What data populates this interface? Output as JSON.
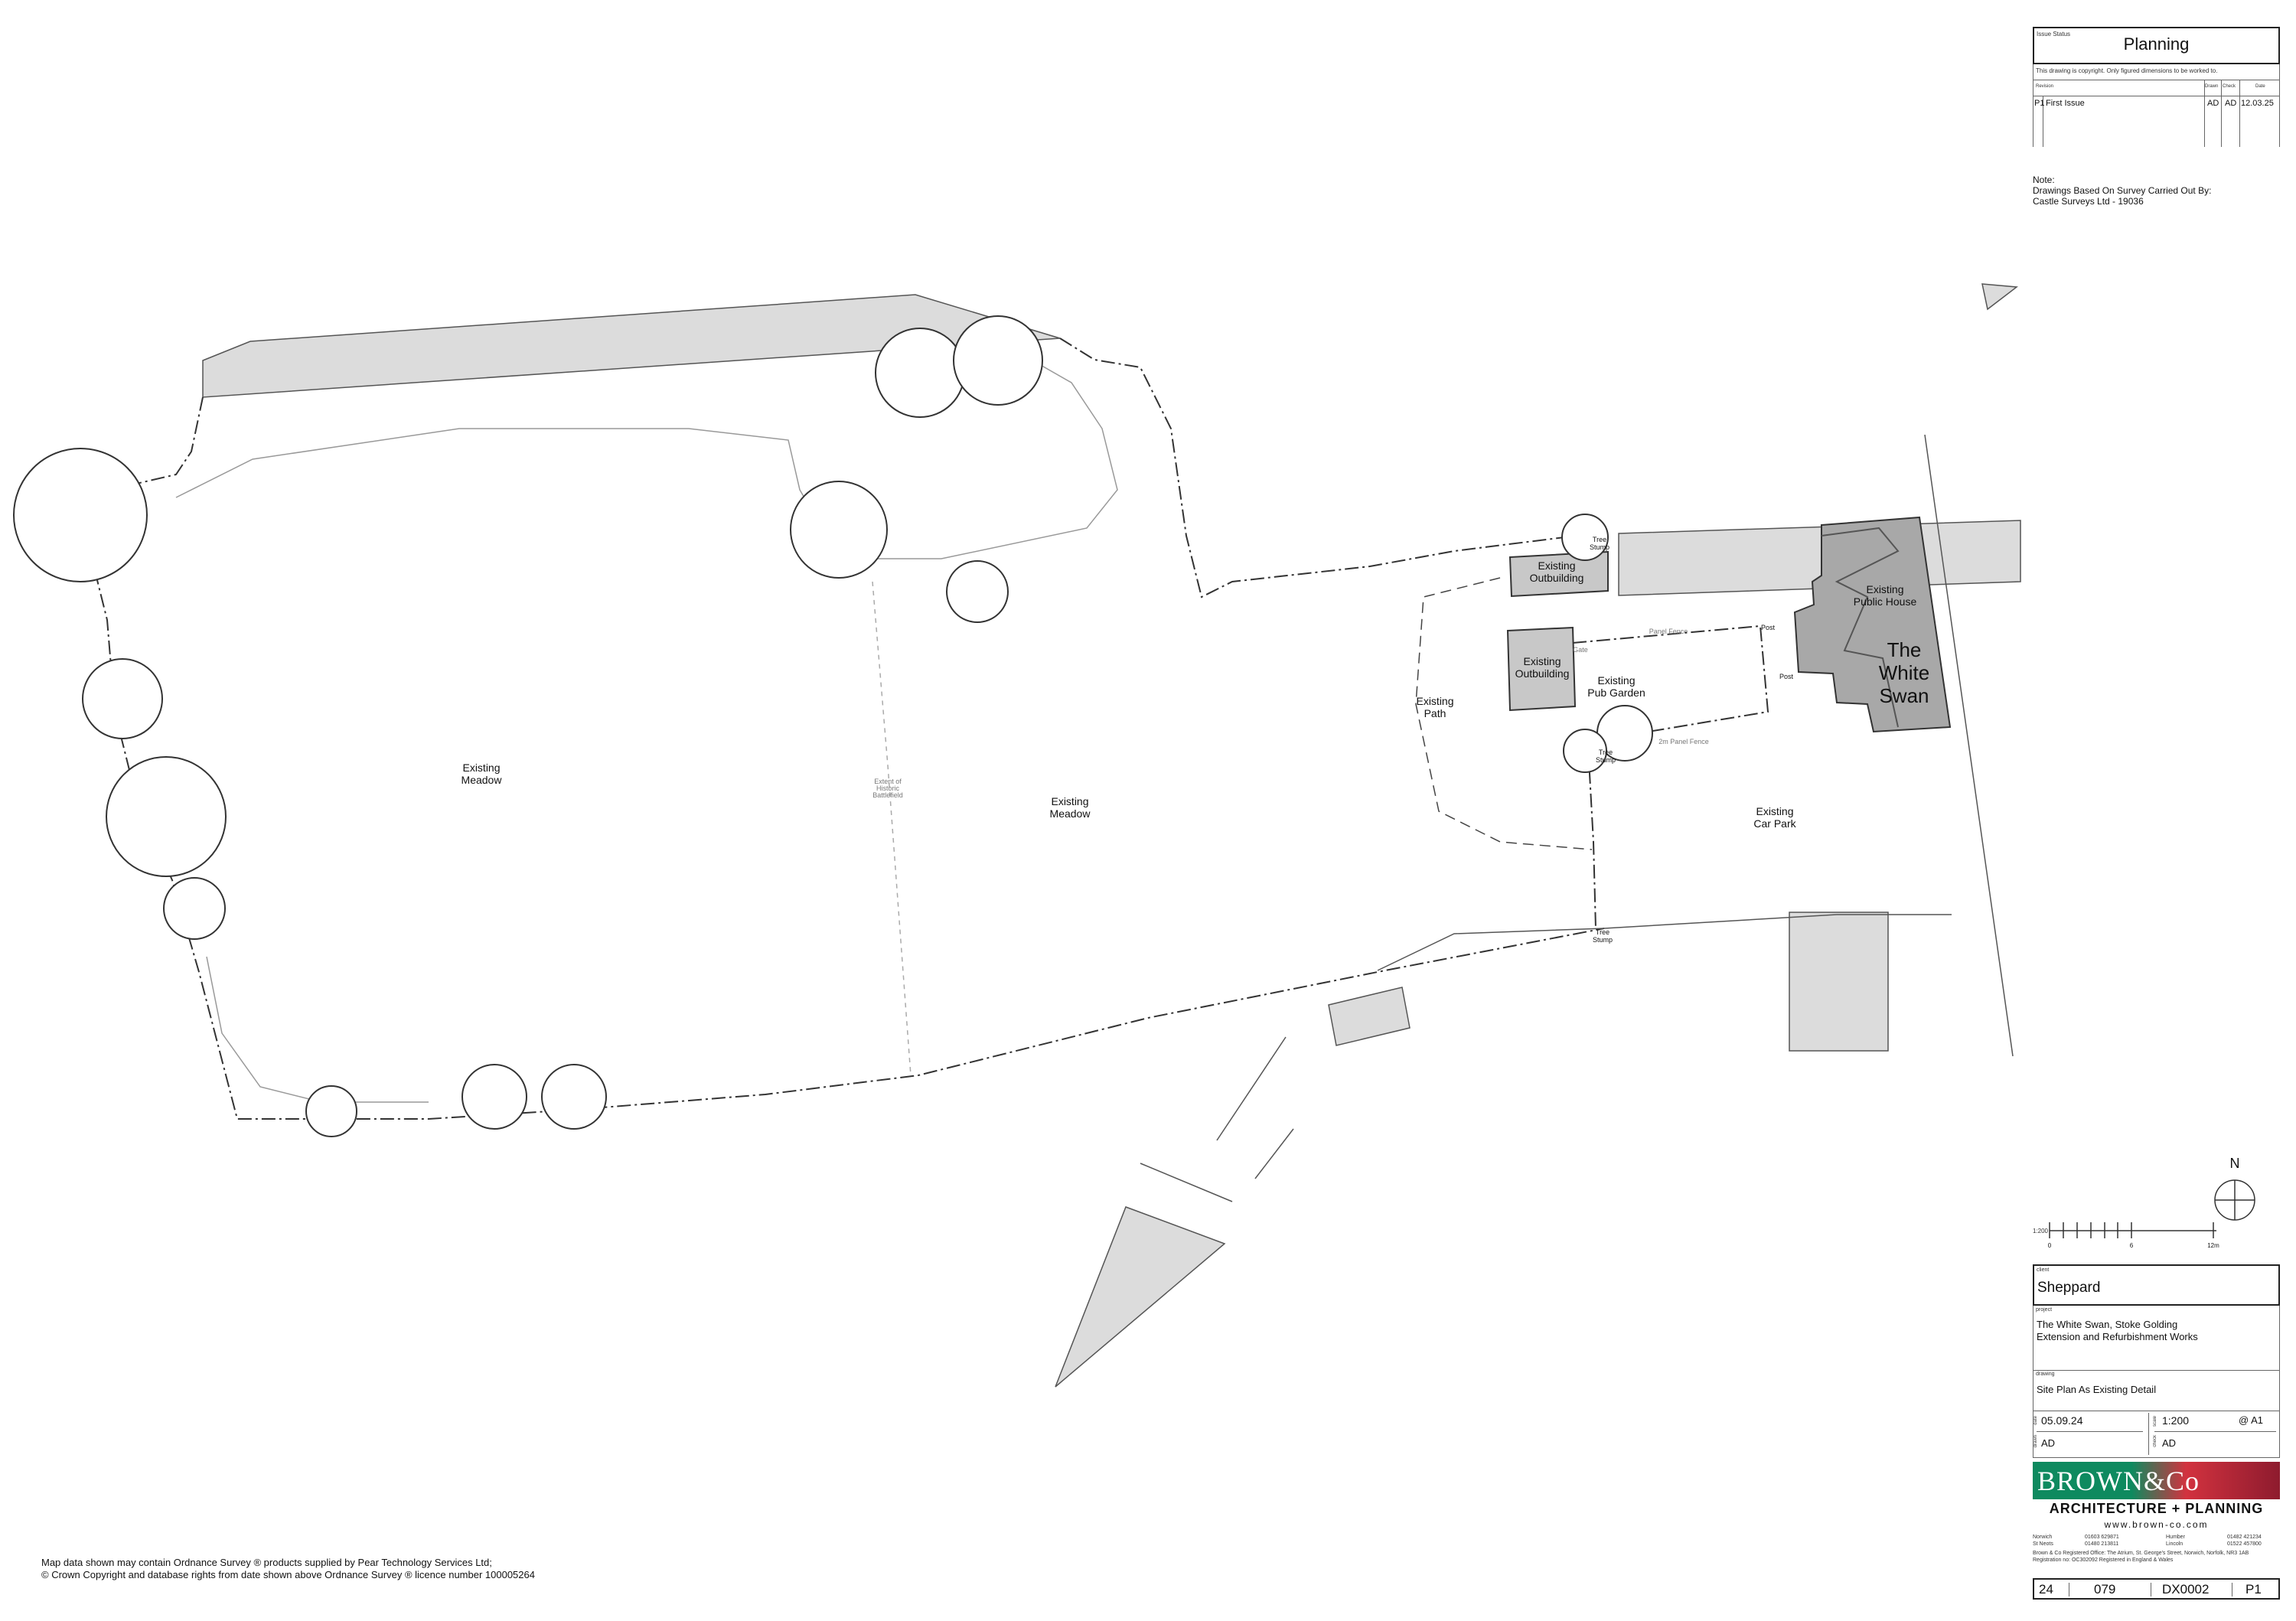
{
  "issue": {
    "status_label": "Issue Status",
    "status": "Planning",
    "copyright": "This drawing is copyright.  Only figured dimensions to be worked to.",
    "headers": {
      "revision": "Revision",
      "drawn": "Drawn",
      "check": "Check",
      "date": "Date"
    },
    "revisions": [
      {
        "rev": "P1",
        "description": "First Issue",
        "drawn": "AD",
        "check": "AD",
        "date": "12.03.25"
      }
    ]
  },
  "note": {
    "title": "Note:",
    "line1": "Drawings Based On Survey Carried Out By:",
    "line2": "Castle Surveys Ltd - 19036"
  },
  "plan_labels": {
    "meadow_west": [
      "Existing",
      "Meadow"
    ],
    "meadow_east": [
      "Existing",
      "Meadow"
    ],
    "path": [
      "Existing",
      "Path"
    ],
    "outbuilding_north": [
      "Existing",
      "Outbuilding"
    ],
    "outbuilding_south": [
      "Existing",
      "Outbuilding"
    ],
    "pub_garden": [
      "Existing",
      "Pub Garden"
    ],
    "public_house": [
      "Existing",
      "Public House"
    ],
    "white_swan": [
      "The",
      "White",
      "Swan"
    ],
    "car_park": [
      "Existing",
      "Car Park"
    ],
    "tree_stump": [
      "Tree",
      "Stump"
    ],
    "battlefield": [
      "Extent of",
      "Historic",
      "Battlefield"
    ],
    "post": "Post",
    "gate": "Gate",
    "panel_fence": "Panel Fence",
    "panel_fence_2m": "2m Panel Fence"
  },
  "north": {
    "label": "N"
  },
  "scale_bar": {
    "ratio": "1:200",
    "ticks": [
      "0",
      "6",
      "12m"
    ]
  },
  "title_block": {
    "client_label": "client",
    "client": "Sheppard",
    "project_label": "project",
    "project_line1": "The White Swan, Stoke Golding",
    "project_line2": "Extension and Refurbishment Works",
    "drawing_label": "drawing",
    "drawing": "Site Plan As Existing Detail",
    "date_label": "date",
    "date": "05.09.24",
    "scale_label": "scale",
    "scale": "1:200",
    "paper": "@ A1",
    "drawn_label": "drawn",
    "drawn": "AD",
    "check_label": "check",
    "check": "AD"
  },
  "company": {
    "logo_text": "BROWN&Co",
    "tagline": "ARCHITECTURE + PLANNING",
    "website": "www.brown-co.com",
    "offices": [
      {
        "name": "Norwich",
        "phone": "01603 629871"
      },
      {
        "name": "St Neots",
        "phone": "01480 213811"
      },
      {
        "name": "Humber",
        "phone": "01482 421234"
      },
      {
        "name": "Lincoln",
        "phone": "01522 457800"
      }
    ],
    "registered_office": "Brown & Co Registered Office: The Atrium, St. George's Street, Norwich, Norfolk, NR3 1AB",
    "registration": "Registration no: OC302092  Registered in England & Wales",
    "brand_green": "#0e8a5f",
    "brand_red": "#8e1b2e"
  },
  "drawing_number": {
    "part1": "24",
    "part2": "079",
    "part3": "DX0002",
    "revision": "P1"
  },
  "footer": {
    "line1": "Map data shown may contain Ordnance Survey ® products supplied by Pear Technology Services Ltd;",
    "line2": "© Crown Copyright and database rights from date shown above Ordnance Survey ® licence number 100005264"
  }
}
